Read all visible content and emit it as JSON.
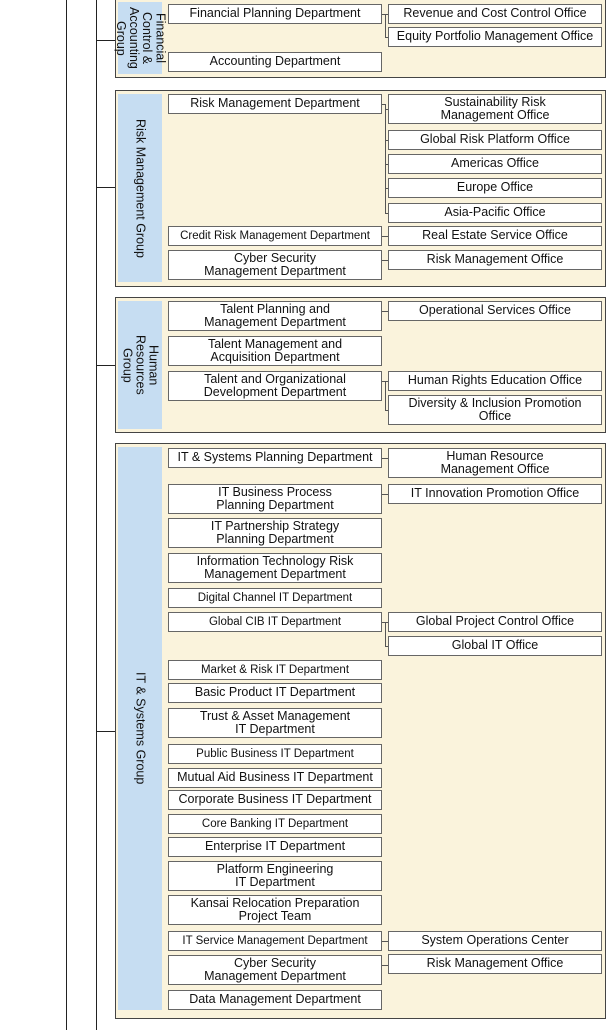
{
  "groups": {
    "financial": {
      "label": "Financial\nControl &\nAccounting\nGroup",
      "departments": [
        "Financial Planning Department",
        "Accounting Department"
      ],
      "offices": [
        "Revenue and Cost Control Office",
        "Equity Portfolio Management Office"
      ]
    },
    "risk": {
      "label": "Risk Management Group",
      "departments": [
        "Risk Management Department",
        "Credit Risk Management Department",
        "Cyber Security\nManagement Department"
      ],
      "offices": [
        "Sustainability Risk\nManagement Office",
        "Global Risk Platform Office",
        "Americas Office",
        "Europe Office",
        "Asia-Pacific Office",
        "Real Estate Service Office",
        "Risk Management Office"
      ]
    },
    "hr": {
      "label": "Human\nResources\nGroup",
      "departments": [
        "Talent Planning  and\nManagement Department",
        "Talent Management and\nAcquisition Department",
        "Talent and Organizational\nDevelopment Department"
      ],
      "offices": [
        "Operational Services Office",
        "Human Rights Education Office",
        "Diversity & Inclusion Promotion\nOffice"
      ]
    },
    "it": {
      "label": "IT & Systems Group",
      "departments": [
        "IT & Systems Planning Department",
        "IT Business Process\nPlanning Department",
        "IT Partnership Strategy\nPlanning Department",
        "Information Technology Risk\nManagement Department",
        "Digital Channel IT Department",
        "Global CIB IT Department",
        "Market & Risk IT Department",
        "Basic Product IT Department",
        "Trust & Asset Management\nIT Department",
        "Public Business IT Department",
        "Mutual Aid Business IT Department",
        "Corporate Business IT Department",
        "Core Banking IT Department",
        "Enterprise IT Department",
        "Platform Engineering\nIT Department",
        "Kansai Relocation Preparation\nProject Team",
        "IT Service Management Department",
        "Cyber Security\nManagement Department",
        "Data Management Department"
      ],
      "offices": [
        "Human Resource\nManagement Office",
        "IT Innovation Promotion Office",
        "Global Project Control Office",
        "Global IT Office",
        "System Operations Center",
        "Risk Management Office"
      ]
    }
  }
}
